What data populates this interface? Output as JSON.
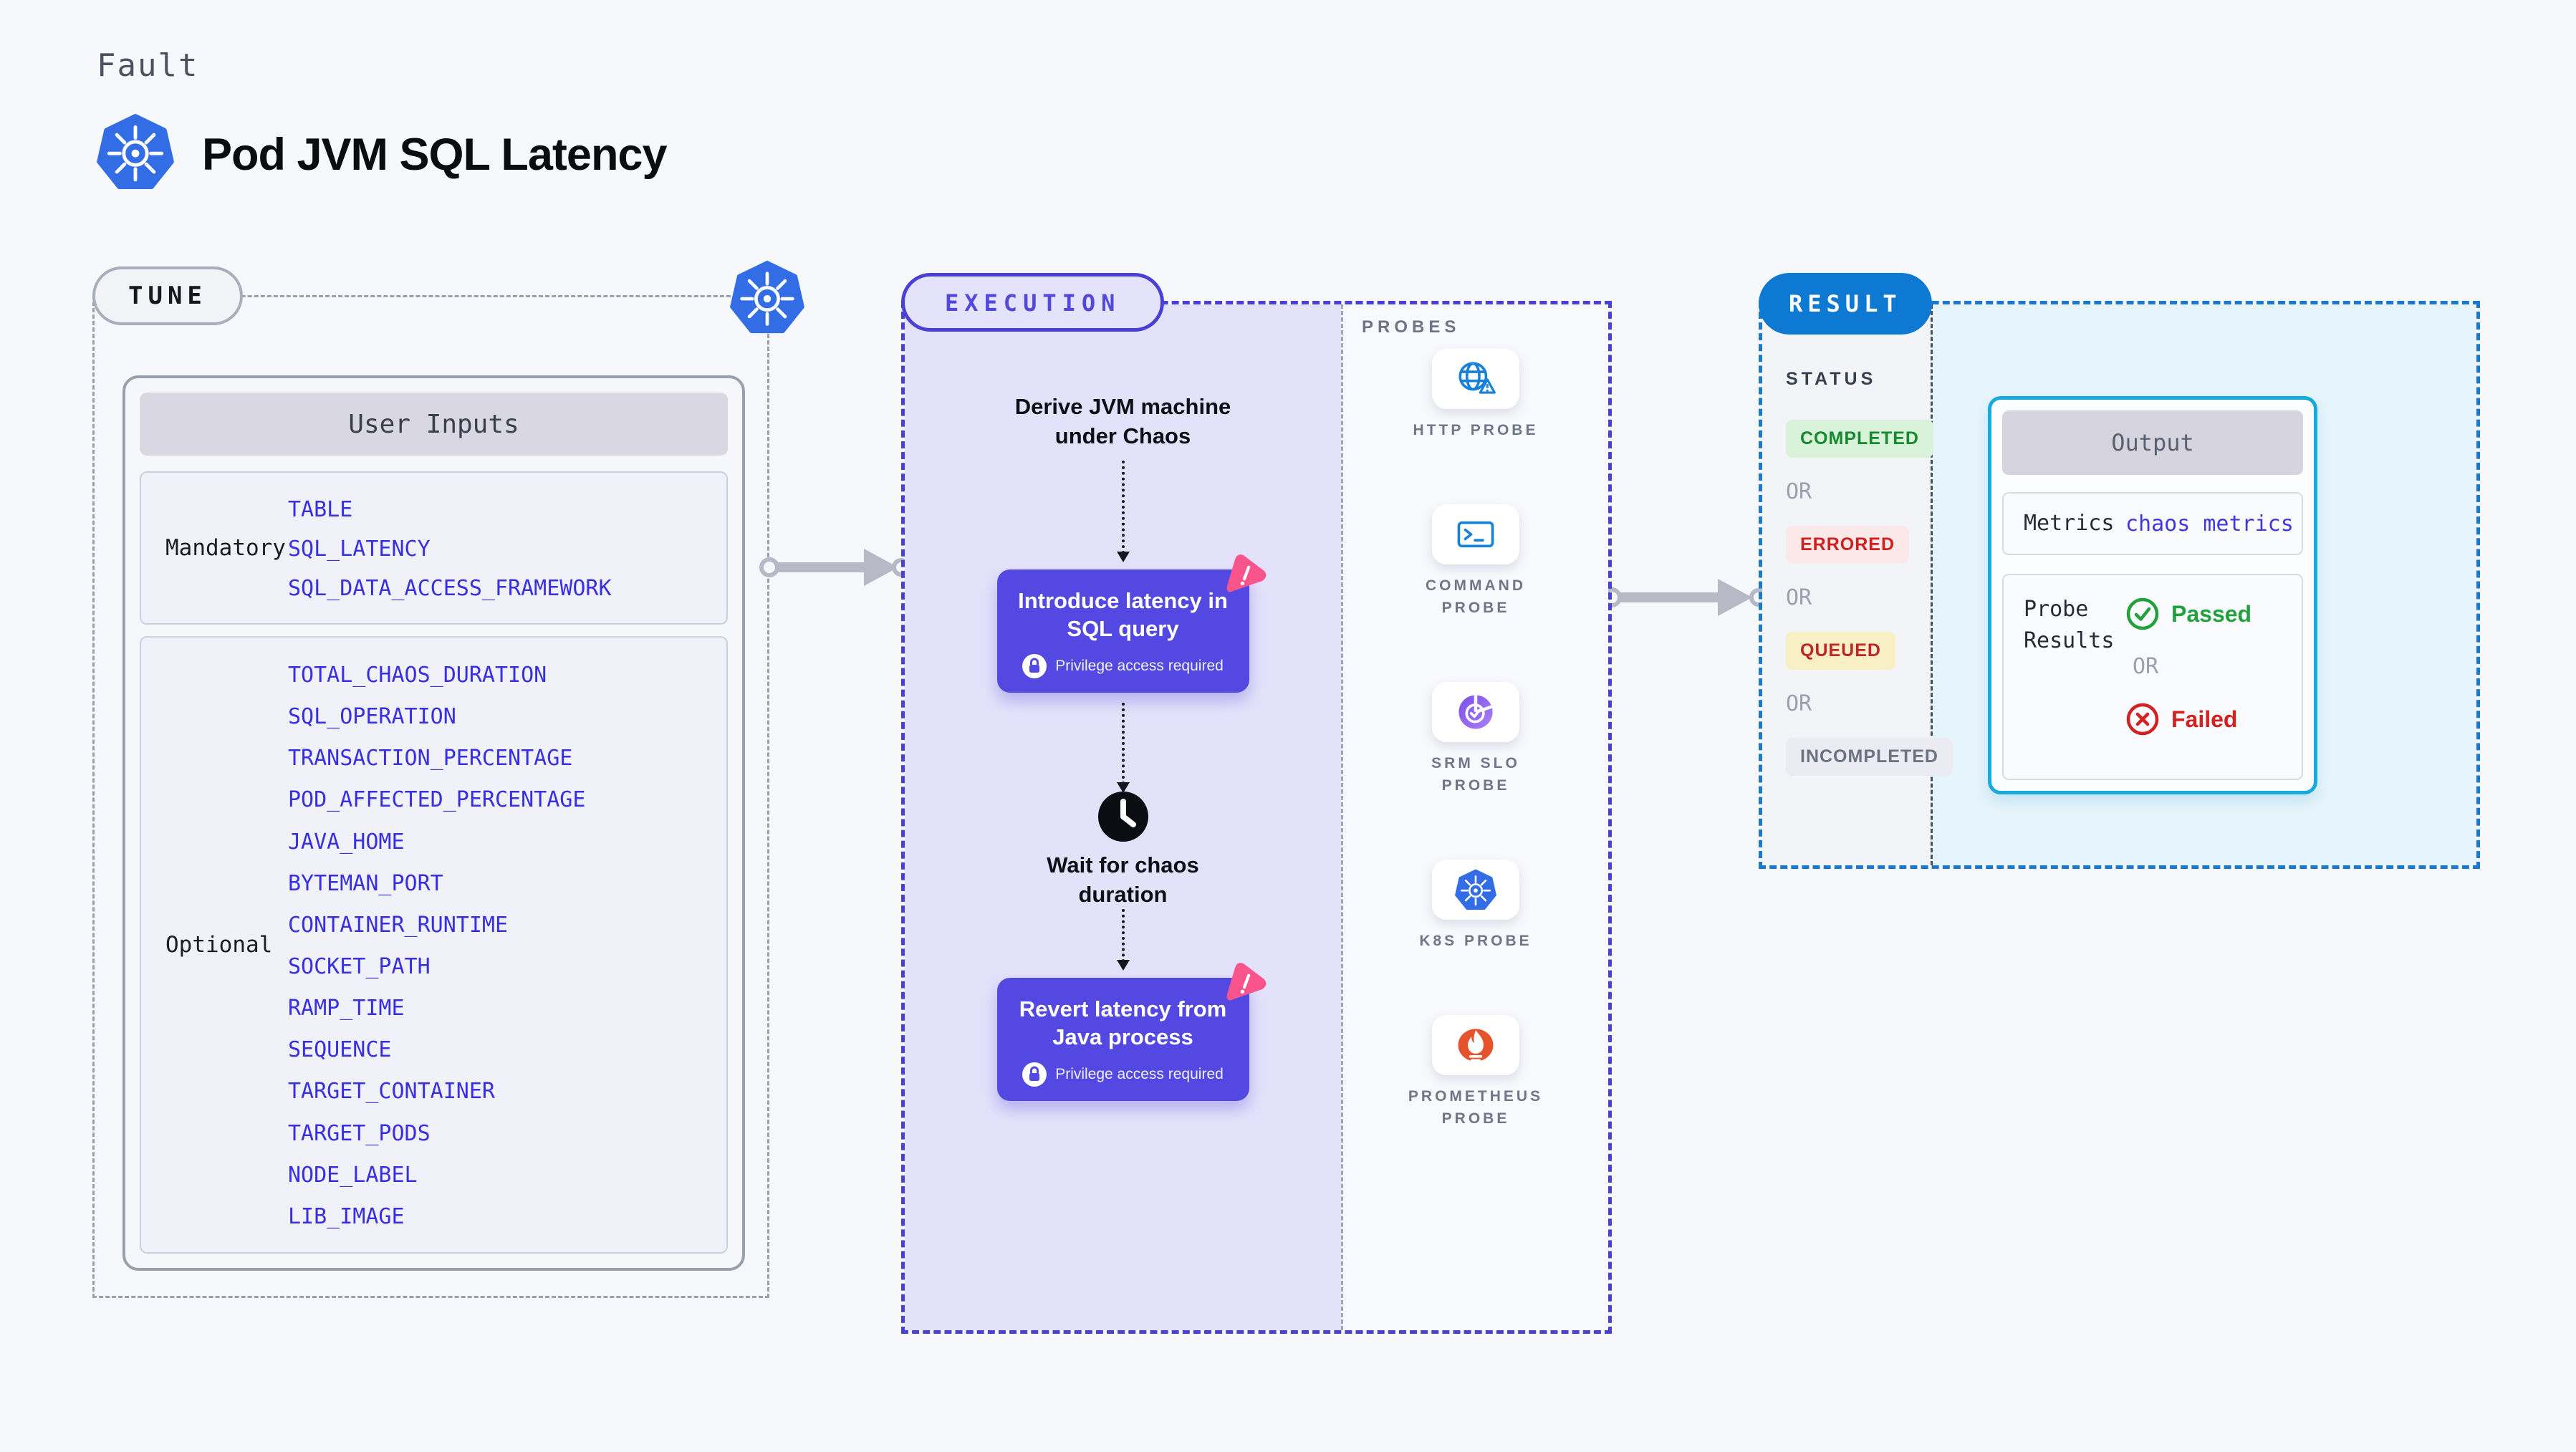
{
  "header": {
    "kicker": "Fault",
    "title": "Pod JVM SQL Latency",
    "logo_icon": "kubernetes-icon"
  },
  "tune": {
    "badge": "TUNE",
    "corner_icon": "kubernetes-icon",
    "user_inputs": {
      "header": "User Inputs",
      "mandatory_label": "Mandatory",
      "mandatory_values": [
        "TABLE",
        "SQL_LATENCY",
        "SQL_DATA_ACCESS_FRAMEWORK"
      ],
      "optional_label": "Optional",
      "optional_values": [
        "TOTAL_CHAOS_DURATION",
        "SQL_OPERATION",
        "TRANSACTION_PERCENTAGE",
        "POD_AFFECTED_PERCENTAGE",
        "JAVA_HOME",
        "BYTEMAN_PORT",
        "CONTAINER_RUNTIME",
        "SOCKET_PATH",
        "RAMP_TIME",
        "SEQUENCE",
        "TARGET_CONTAINER",
        "TARGET_PODS",
        "NODE_LABEL",
        "LIB_IMAGE"
      ]
    }
  },
  "execution": {
    "badge": "EXECUTION",
    "steps": {
      "derive": "Derive JVM machine under Chaos",
      "introduce": "Introduce latency in SQL query",
      "wait": "Wait for chaos duration",
      "revert": "Revert latency from Java process",
      "privilege_note": "Privilege access required"
    }
  },
  "probes": {
    "title": "PROBES",
    "items": [
      {
        "label": "HTTP PROBE",
        "icon": "http-probe-icon"
      },
      {
        "label": "COMMAND PROBE",
        "icon": "command-probe-icon"
      },
      {
        "label": "SRM SLO PROBE",
        "icon": "srm-slo-probe-icon"
      },
      {
        "label": "K8S PROBE",
        "icon": "k8s-probe-icon"
      },
      {
        "label": "PROMETHEUS PROBE",
        "icon": "prometheus-probe-icon"
      }
    ]
  },
  "result": {
    "badge": "RESULT",
    "status": {
      "title": "STATUS",
      "completed": "COMPLETED",
      "errored": "ERRORED",
      "queued": "QUEUED",
      "incompleted": "INCOMPLETED",
      "or": "OR"
    },
    "output": {
      "header": "Output",
      "metrics_label": "Metrics",
      "metrics_value": "chaos metrics",
      "probe_results_label": "Probe Results",
      "passed": "Passed",
      "or": "OR",
      "failed": "Failed"
    }
  },
  "colors": {
    "accent_indigo": "#4a41d4",
    "action_box": "#5448e2",
    "lavender": "#e4e2fa",
    "result_blue": "#0d79d2",
    "cyan_border": "#17abdd",
    "cyan_bg": "#e6f4fb",
    "value_blue": "#382fe2",
    "green": "#23a13c",
    "red": "#d42020",
    "queued_red": "#c0242e",
    "pink_badge": "#f9558c",
    "k8s_blue": "#326de6",
    "probe_icon_blue": "#1780d8",
    "srm_purple": "#8b5cf6",
    "prometheus_orange": "#e6522c"
  }
}
